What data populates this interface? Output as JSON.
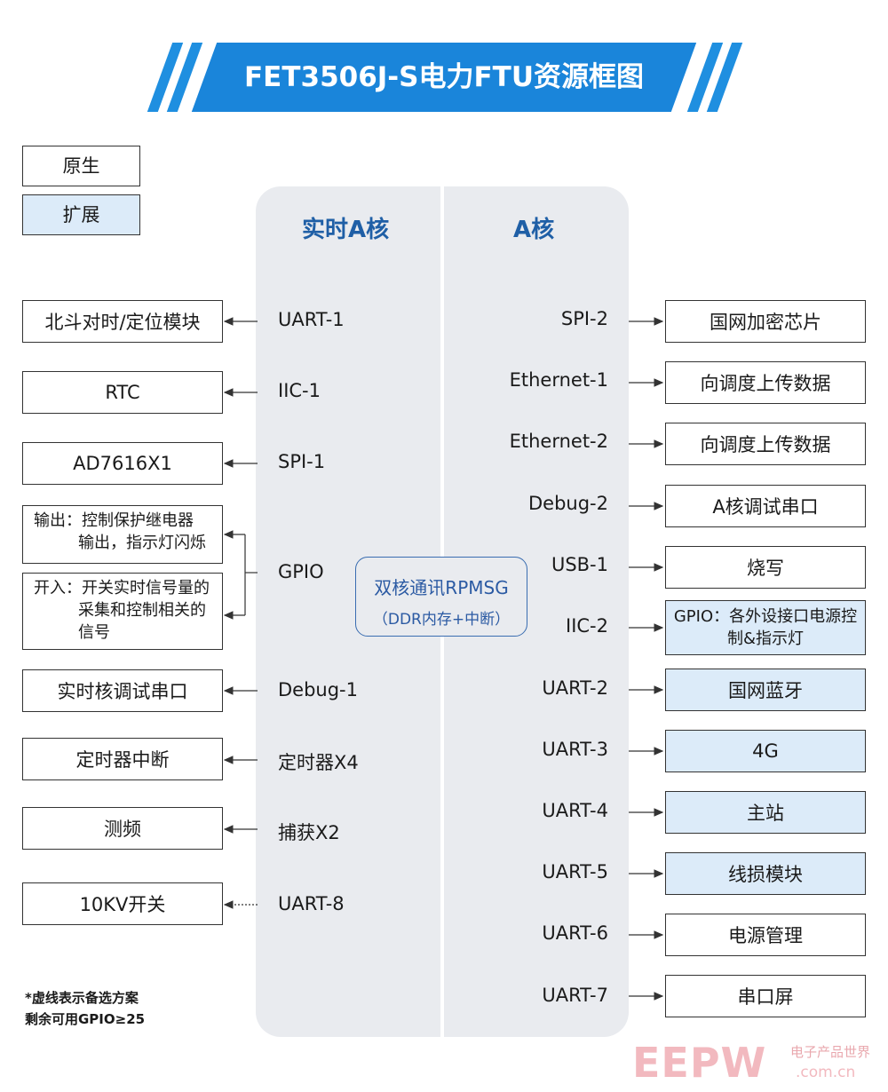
{
  "title": "FET3506J-S电力FTU资源框图",
  "legend": {
    "native": "原生",
    "extended": "扩展"
  },
  "cores": {
    "rt": "实时A核",
    "a": "A核"
  },
  "rpmsg": {
    "line1": "双核通讯RPMSG",
    "line2": "（DDR内存+中断）"
  },
  "left_rows": [
    {
      "iface": "UART-1",
      "device": "北斗对时/定位模块"
    },
    {
      "iface": "IIC-1",
      "device": "RTC"
    },
    {
      "iface": "SPI-1",
      "device": "AD7616X1"
    },
    {
      "iface": "Debug-1",
      "device": "实时核调试串口"
    },
    {
      "iface": "定时器X4",
      "device": "定时器中断"
    },
    {
      "iface": "捕获X2",
      "device": "测频"
    },
    {
      "iface": "UART-8",
      "device": "10KV开关"
    }
  ],
  "gpio": {
    "iface": "GPIO",
    "output_1": "输出：控制保护继电器",
    "output_2": "输出，指示灯闪烁",
    "input_1": "开入：开关实时信号量的",
    "input_2": "采集和控制相关的",
    "input_3": "信号"
  },
  "right_rows": [
    {
      "iface": "SPI-2",
      "device": "国网加密芯片",
      "ext": false
    },
    {
      "iface": "Ethernet-1",
      "device": "向调度上传数据",
      "ext": false
    },
    {
      "iface": "Ethernet-2",
      "device": "向调度上传数据",
      "ext": false
    },
    {
      "iface": "Debug-2",
      "device": "A核调试串口",
      "ext": false
    },
    {
      "iface": "USB-1",
      "device": "烧写",
      "ext": false
    },
    {
      "iface": "IIC-2",
      "device": "GPIO：各外设接口电源控制&指示灯",
      "ext": true
    },
    {
      "iface": "UART-2",
      "device": "国网蓝牙",
      "ext": true
    },
    {
      "iface": "UART-3",
      "device": "4G",
      "ext": true
    },
    {
      "iface": "UART-4",
      "device": "主站",
      "ext": true
    },
    {
      "iface": "UART-5",
      "device": "线损模块",
      "ext": true
    },
    {
      "iface": "UART-6",
      "device": "电源管理",
      "ext": false
    },
    {
      "iface": "UART-7",
      "device": "串口屏",
      "ext": false
    }
  ],
  "note": {
    "line1": "*虚线表示备选方案",
    "line2": "剩余可用GPIO≥25"
  },
  "watermark": {
    "brand": "EEPW",
    "site": ".com.cn",
    "tagline": "电子产品世界"
  },
  "colors": {
    "banner": "#1a85da",
    "extended_fill": "#dcebf9",
    "core_title": "#1f5fa6",
    "panel": "#e9ebef"
  }
}
